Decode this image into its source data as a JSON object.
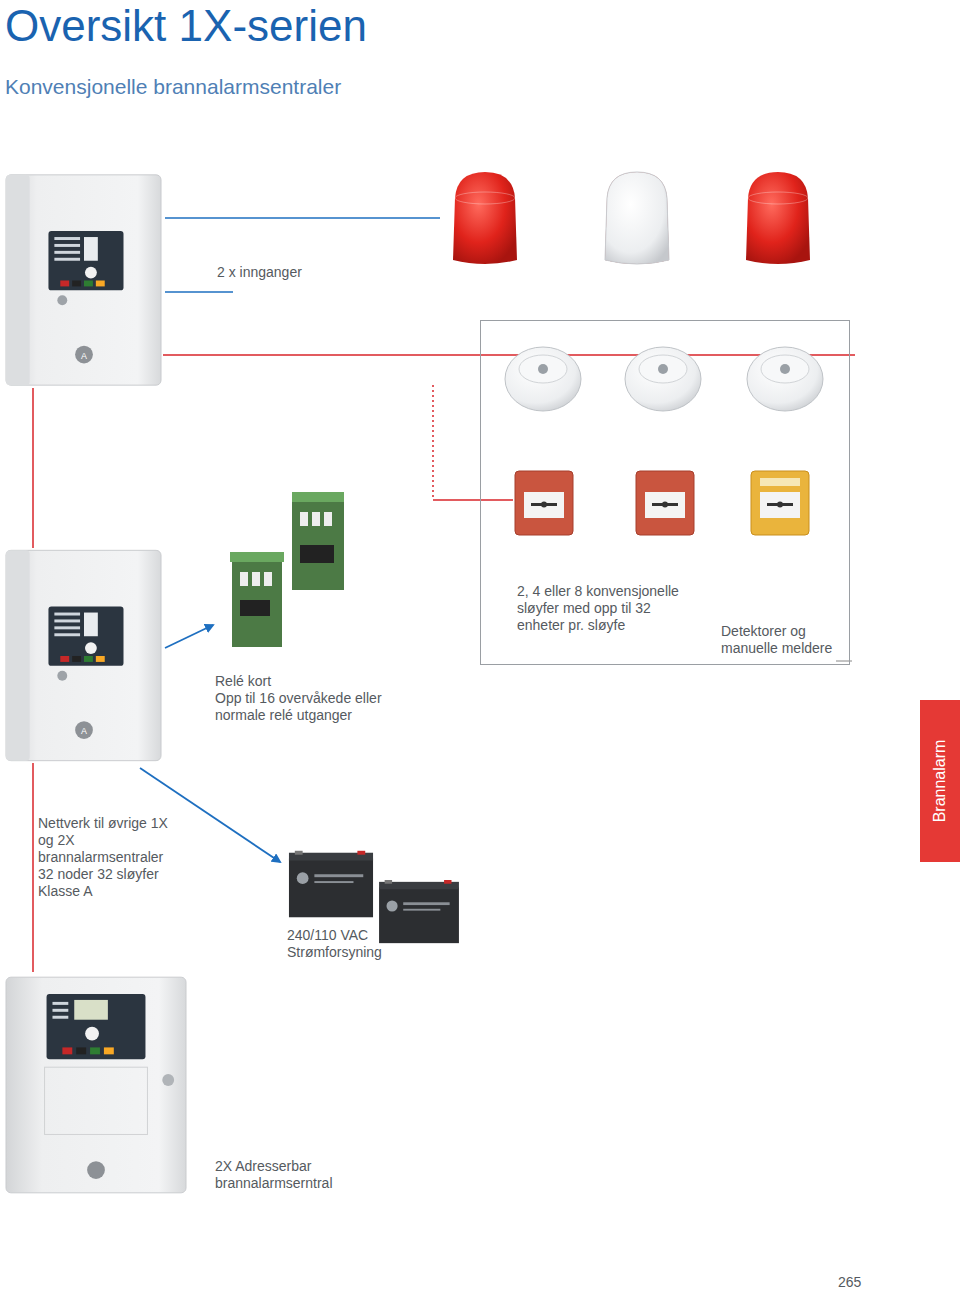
{
  "diagram": {
    "title": "Oversikt 1X-serien",
    "nodes": [
      {
        "text": [
          "2, 4 eller 8 konvensjonelle sløyfer med opp til 32 enheter pr. sløyfe",
          "Detektorer og manuelle meldere"
        ]
      },
      {
        "text": [
          "Brannalarm"
        ]
      }
    ],
    "labels": [
      "Konvensjonelle brannalarmsentraler",
      "2 x innganger",
      "Relé kort",
      "Opp til 16 overvåkede eller normale relé utganger",
      "Nettverk til øvrige 1X og 2X brannalarmsentraler 32 noder 32 sløyfer Klasse A",
      "240/110 VAC Strømforsyning",
      "2X Adresserbar brannalarmserntral",
      "265"
    ]
  }
}
